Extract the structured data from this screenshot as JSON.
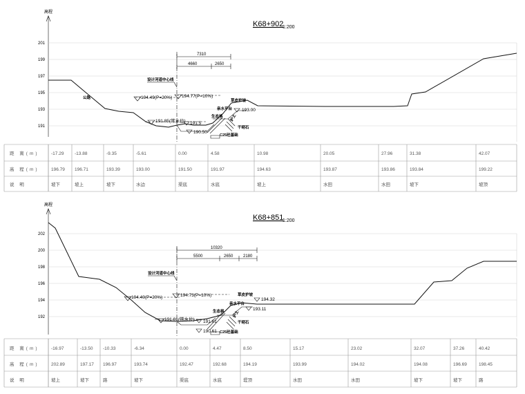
{
  "sections": [
    {
      "title": "K68+902",
      "scale": "1:200",
      "axis_label": "高程",
      "y_ticks": [
        "201",
        "199",
        "197",
        "195",
        "193",
        "191"
      ],
      "dims": [
        "7310",
        "4660",
        "2650"
      ],
      "labels": {
        "center": "设计河道中心线",
        "wl20": "194.49(P=20%)",
        "wl10": "194.77(P=10%)",
        "normal": "191.85(常水位)",
        "bed_top": "191.5",
        "bed": "190.50",
        "c25": "C25砼基础",
        "slope": "草皮护坡",
        "platform": "亲水平台",
        "fence": "生态格",
        "bank": "193.00",
        "wall": "护土",
        "gravel": "干砌石",
        "road": "公路"
      },
      "table": {
        "headers": [
          "距  离(m)",
          "高  程(m)",
          "说    明"
        ],
        "distances": [
          "-17.29",
          "-13.88",
          "-9.35",
          "-5.61",
          "0.00",
          "4.58",
          "10.98",
          "20.05",
          "27.96",
          "31.38",
          "42.07"
        ],
        "elevations": [
          "196.79",
          "196.71",
          "193.39",
          "193.00",
          "191.50",
          "191.97",
          "194.63",
          "193.87",
          "193.86",
          "193.84",
          "199.22"
        ],
        "notes": [
          "坡下",
          "坡上",
          "坡下",
          "水边",
          "渠底",
          "水底",
          "坡上",
          "水田",
          "水田",
          "坡下",
          "坡顶"
        ]
      }
    },
    {
      "title": "K68+851",
      "scale": "1:200",
      "axis_label": "高程",
      "y_ticks": [
        "202",
        "200",
        "198",
        "196",
        "194",
        "192"
      ],
      "dims": [
        "10320",
        "5500",
        "2650",
        "2180"
      ],
      "labels": {
        "center": "设计河道中心线",
        "wl20": "194.40(P=20%)",
        "wl10": "194.73(P=10%)",
        "normal": "191.81(常水位)",
        "bed_top": "191.61",
        "bed": "190.61",
        "c25": "C25砼基础",
        "slope": "草皮护坡",
        "platform": "亲水平台",
        "fence": "生态格",
        "bank_top": "194.32",
        "bank": "193.11",
        "wall": "护土",
        "gravel": "干砌石"
      },
      "table": {
        "headers": [
          "距  离(m)",
          "高  程(m)",
          "说    明"
        ],
        "distances": [
          "-16.97",
          "-13.50",
          "-10.33",
          "-6.34",
          "0.00",
          "4.47",
          "8.50",
          "15.17",
          "23.02",
          "32.07",
          "37.26",
          "40.42"
        ],
        "elevations": [
          "202.89",
          "197.17",
          "196.97",
          "193.74",
          "192.47",
          "192.68",
          "194.19",
          "193.99",
          "194.02",
          "194.08",
          "196.69",
          "198.45"
        ],
        "notes": [
          "坡上",
          "坡下",
          "路",
          "坡下",
          "渠底",
          "水底",
          "堤顶",
          "水田",
          "水田",
          "坡下",
          "坡下",
          "路"
        ]
      }
    }
  ]
}
